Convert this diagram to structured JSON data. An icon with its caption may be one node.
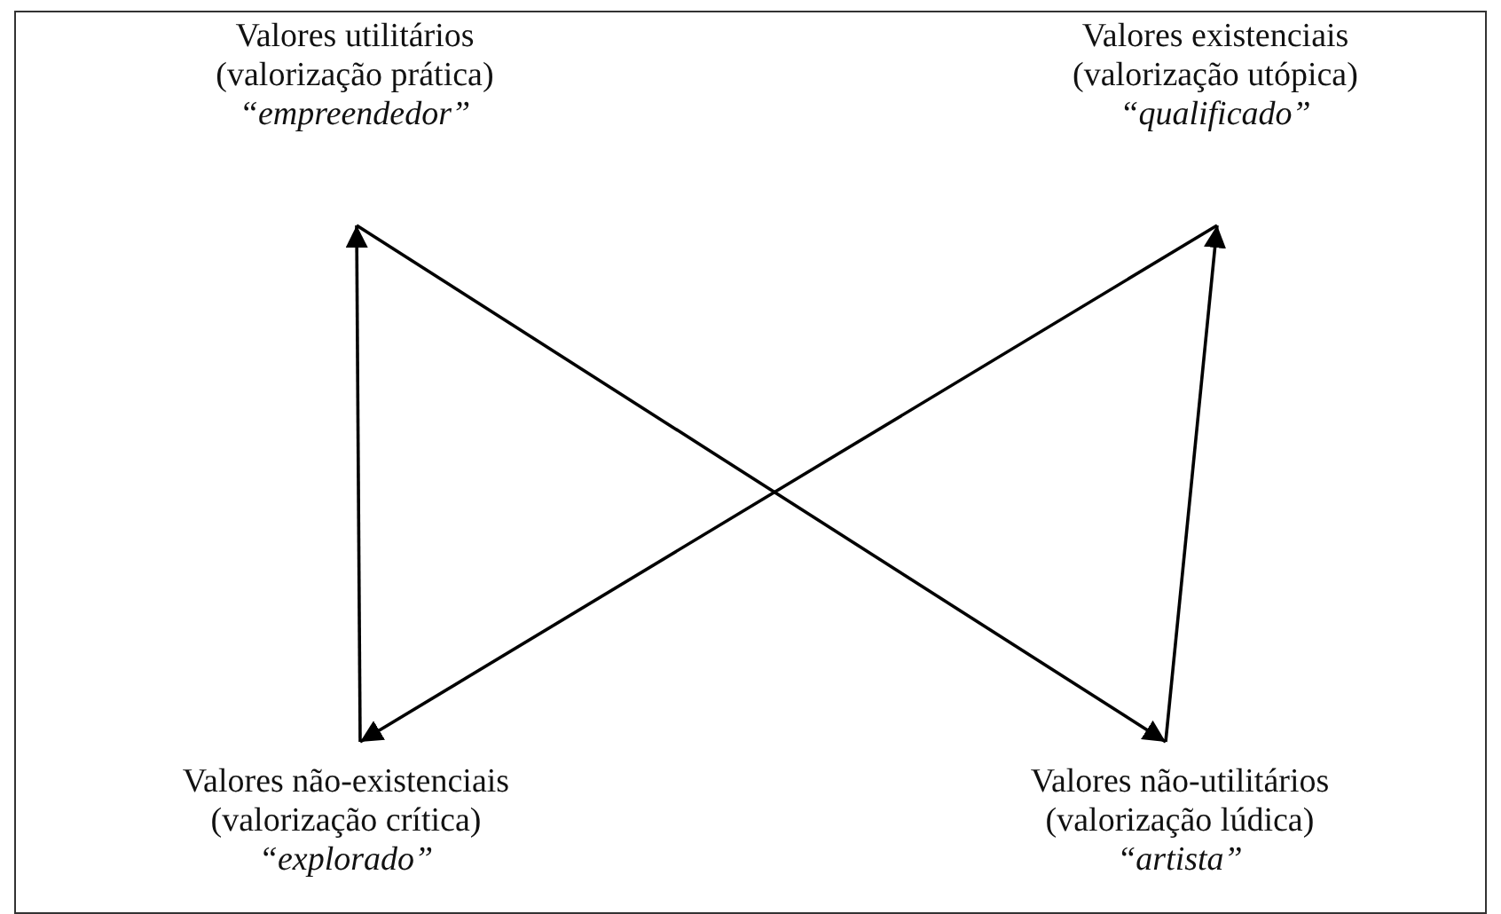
{
  "diagram": {
    "nodes": [
      {
        "text": [
          "Valores utilitários",
          "(valorização prática)",
          "“empreendedor”"
        ]
      },
      {
        "text": [
          "Valores existenciais",
          "(valorização utópica)",
          "“qualificado”"
        ]
      },
      {
        "text": [
          "Valores não-existenciais",
          "(valorização crítica)",
          "“explorado”"
        ]
      },
      {
        "text": [
          "Valores não-utilitários",
          "(valorização lúdica)",
          "“artista”"
        ]
      }
    ],
    "edges": [
      {
        "from": 0,
        "to": 3,
        "arrow": "to"
      },
      {
        "from": 2,
        "to": 0,
        "arrow": "to"
      },
      {
        "from": 1,
        "to": 2,
        "arrow": "to"
      },
      {
        "from": 3,
        "to": 1,
        "arrow": "to"
      }
    ]
  }
}
